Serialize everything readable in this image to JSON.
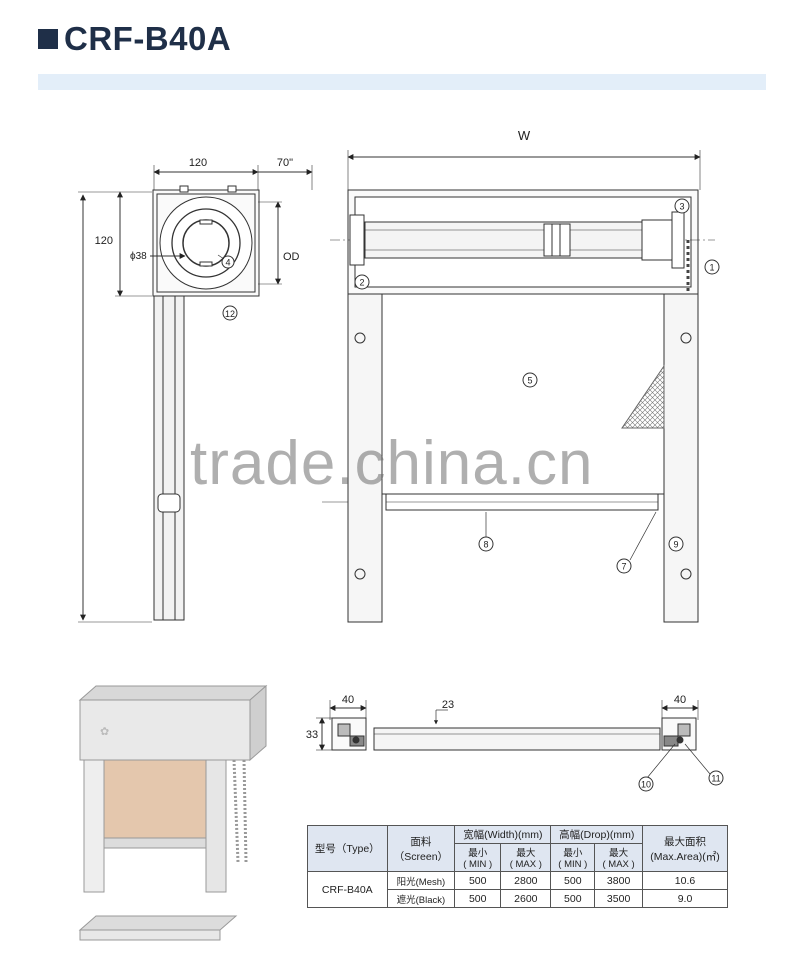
{
  "header": {
    "title": "CRF-B40A"
  },
  "side_view": {
    "dim_width": "120",
    "dim_offset": "70\"",
    "dim_height": "120",
    "dim_dia": "ϕ38",
    "dim_od": "OD",
    "callouts": [
      "4",
      "12"
    ]
  },
  "front_view": {
    "dim_w": "W",
    "callouts": [
      "1",
      "2",
      "3",
      "5",
      "7",
      "8",
      "9"
    ]
  },
  "top_view": {
    "dim_left": "40",
    "dim_right": "40",
    "dim_tube": "23",
    "dim_height": "33",
    "callouts": [
      "10",
      "11"
    ]
  },
  "watermark": "trade.china.cn",
  "spec_table": {
    "h_type": "型号（Type）",
    "h_screen_1": "面料",
    "h_screen_2": "（Screen）",
    "h_width": "宽幅(Width)(mm)",
    "h_drop": "高幅(Drop)(mm)",
    "h_area_1": "最大面积",
    "h_area_2": "(Max.Area)(㎡)",
    "h_min_1": "最小",
    "h_min_2": "( MIN )",
    "h_max_1": "最大",
    "h_max_2": "( MAX )",
    "model": "CRF-B40A",
    "rows": [
      {
        "screen": "阳光(Mesh)",
        "w_min": "500",
        "w_max": "2800",
        "d_min": "500",
        "d_max": "3800",
        "area": "10.6"
      },
      {
        "screen": "遮光(Black)",
        "w_min": "500",
        "w_max": "2600",
        "d_min": "500",
        "d_max": "3500",
        "area": "9.0"
      }
    ]
  },
  "colors": {
    "title": "#1f2f48",
    "band": "#e3eef9",
    "fabric": "#e4c7ad",
    "table_header": "#dfe6f1"
  }
}
